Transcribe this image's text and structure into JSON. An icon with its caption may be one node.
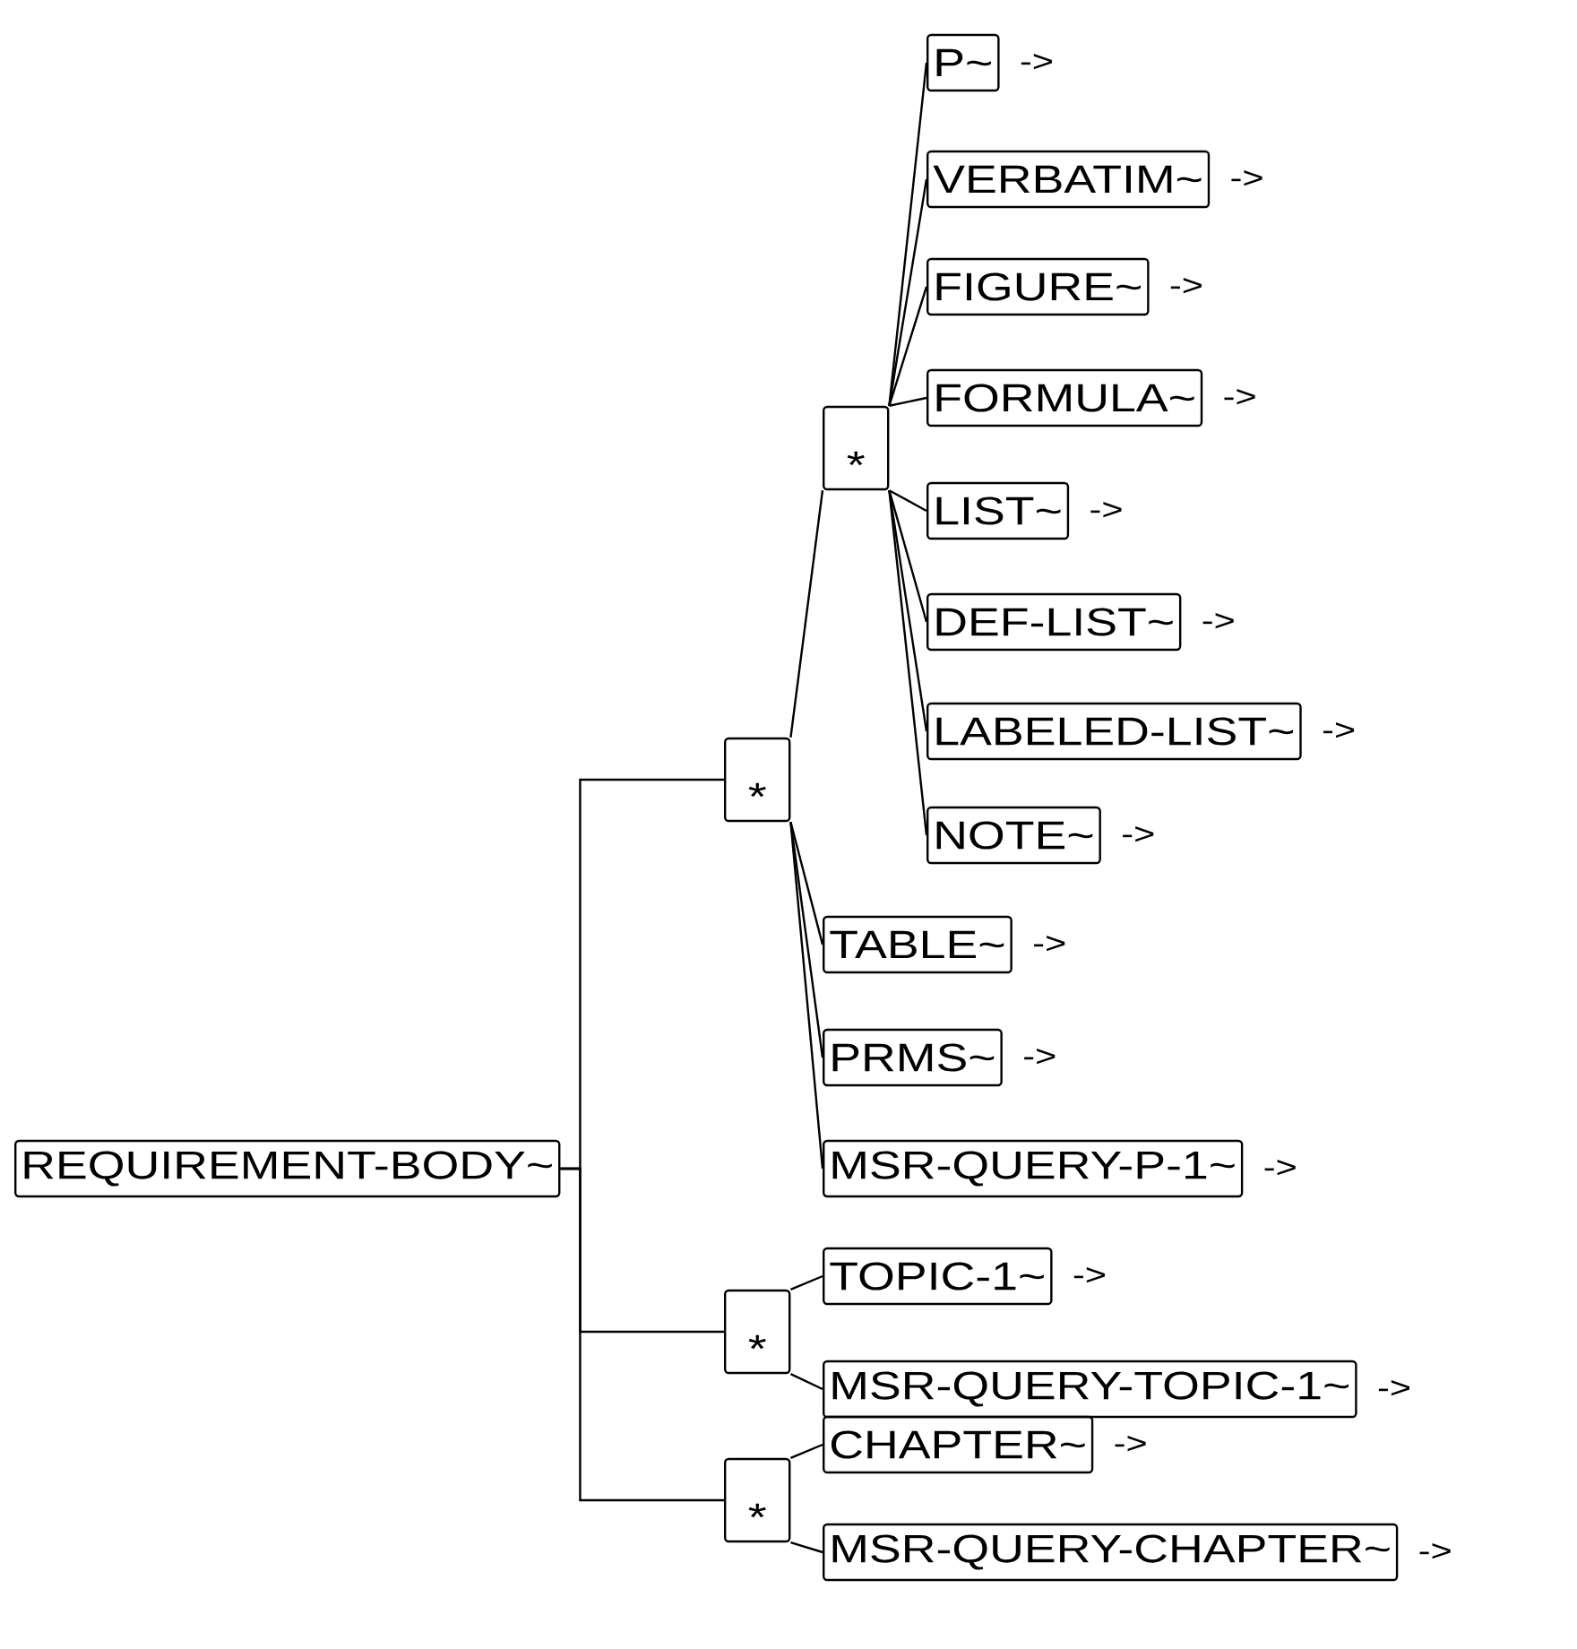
{
  "diagram": {
    "nodes": [
      {
        "text": [
          "REQUIREMENT-BODY~"
        ]
      },
      {
        "text": [
          "*"
        ]
      },
      {
        "text": [
          "*"
        ]
      },
      {
        "text": [
          "P~"
        ],
        "beside": [
          "->"
        ]
      },
      {
        "text": [
          "VERBATIM~"
        ],
        "beside": [
          "->"
        ]
      },
      {
        "text": [
          "FIGURE~"
        ],
        "beside": [
          "->"
        ]
      },
      {
        "text": [
          "FORMULA~"
        ],
        "beside": [
          "->"
        ]
      },
      {
        "text": [
          "LIST~"
        ],
        "beside": [
          "->"
        ]
      },
      {
        "text": [
          "DEF-LIST~"
        ],
        "beside": [
          "->"
        ]
      },
      {
        "text": [
          "LABELED-LIST~"
        ],
        "beside": [
          "->"
        ]
      },
      {
        "text": [
          "NOTE~"
        ],
        "beside": [
          "->"
        ]
      },
      {
        "text": [
          "TABLE~"
        ],
        "beside": [
          "->"
        ]
      },
      {
        "text": [
          "PRMS~"
        ],
        "beside": [
          "->"
        ]
      },
      {
        "text": [
          "MSR-QUERY-P-1~"
        ],
        "beside": [
          "->"
        ]
      },
      {
        "text": [
          "*"
        ]
      },
      {
        "text": [
          "TOPIC-1~"
        ],
        "beside": [
          "->"
        ]
      },
      {
        "text": [
          "MSR-QUERY-TOPIC-1~"
        ],
        "beside": [
          "->"
        ]
      },
      {
        "text": [
          "*"
        ]
      },
      {
        "text": [
          "CHAPTER~"
        ],
        "beside": [
          "->"
        ]
      },
      {
        "text": [
          "MSR-QUERY-CHAPTER~"
        ],
        "beside": [
          "->"
        ]
      }
    ],
    "edges": [
      {
        "from": 0,
        "to": 1,
        "arrow": "none"
      },
      {
        "from": 1,
        "to": 2,
        "arrow": "none"
      },
      {
        "from": 2,
        "to": 3,
        "arrow": "none"
      },
      {
        "from": 2,
        "to": 4,
        "arrow": "none"
      },
      {
        "from": 2,
        "to": 5,
        "arrow": "none"
      },
      {
        "from": 2,
        "to": 6,
        "arrow": "none"
      },
      {
        "from": 2,
        "to": 7,
        "arrow": "none"
      },
      {
        "from": 2,
        "to": 8,
        "arrow": "none"
      },
      {
        "from": 2,
        "to": 9,
        "arrow": "none"
      },
      {
        "from": 2,
        "to": 10,
        "arrow": "none"
      },
      {
        "from": 1,
        "to": 11,
        "arrow": "none"
      },
      {
        "from": 1,
        "to": 12,
        "arrow": "none"
      },
      {
        "from": 1,
        "to": 13,
        "arrow": "none"
      },
      {
        "from": 0,
        "to": 14,
        "arrow": "none"
      },
      {
        "from": 14,
        "to": 15,
        "arrow": "none"
      },
      {
        "from": 14,
        "to": 16,
        "arrow": "none"
      },
      {
        "from": 0,
        "to": 17,
        "arrow": "none"
      },
      {
        "from": 17,
        "to": 18,
        "arrow": "none"
      },
      {
        "from": 17,
        "to": 19,
        "arrow": "none"
      }
    ]
  }
}
